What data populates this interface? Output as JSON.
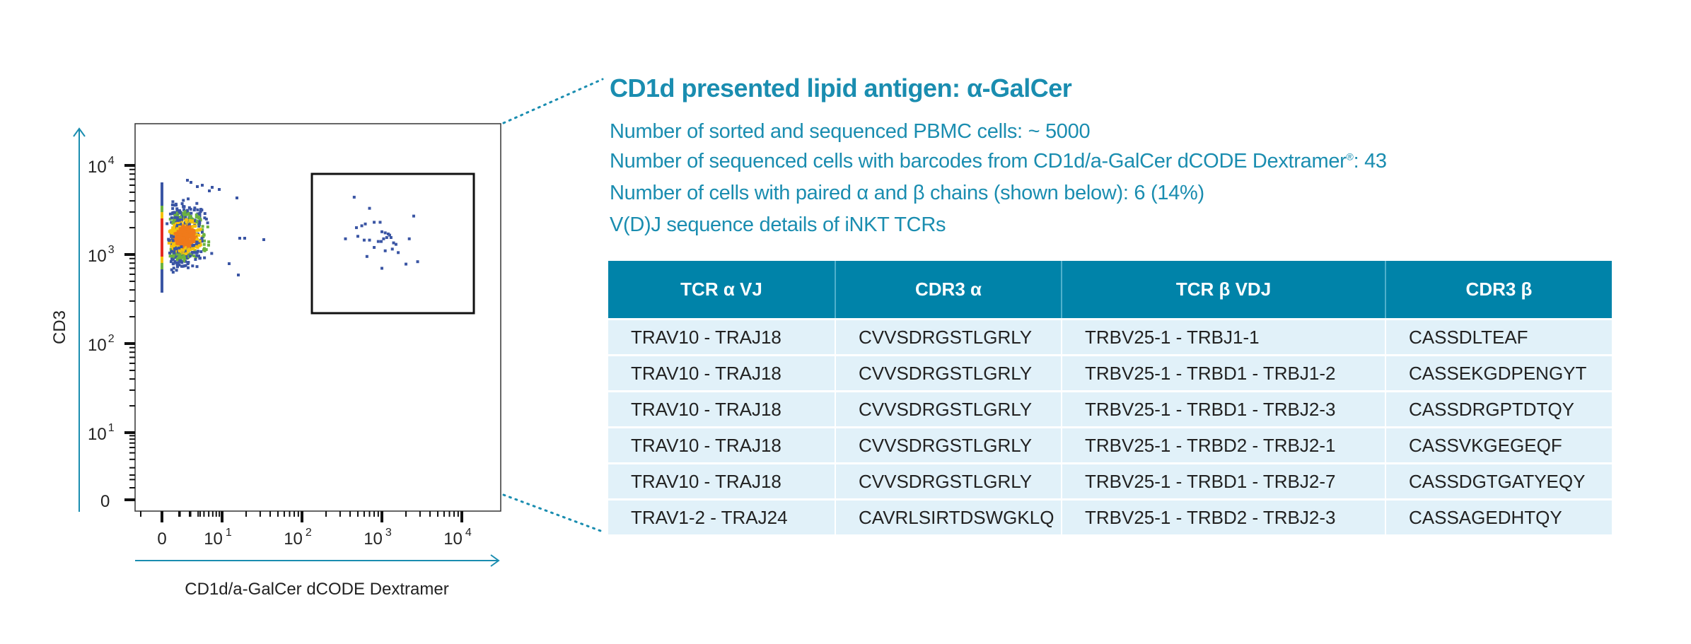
{
  "info": {
    "title": "CD1d presented lipid antigen: α-GalCer",
    "line1": "Number of sorted and sequenced PBMC cells: ~ 5000",
    "line2_a": "Number of sequenced cells with barcodes from CD1d/a-GalCer dCODE Dextramer",
    "line2_reg": "®",
    "line2_b": ": 43",
    "line3": "Number of cells with paired α and β chains (shown below): 6 (14%)",
    "line4": "V(D)J sequence details of iNKT TCRs"
  },
  "table": {
    "headers": [
      "TCR α VJ",
      "CDR3 α",
      "TCR β VDJ",
      "CDR3 β"
    ],
    "rows": [
      [
        "TRAV10 - TRAJ18",
        "CVVSDRGSTLGRLY",
        "TRBV25-1 - TRBJ1-1",
        "CASSDLTEAF"
      ],
      [
        "TRAV10 - TRAJ18",
        "CVVSDRGSTLGRLY",
        "TRBV25-1 - TRBD1 - TRBJ1-2",
        "CASSEKGDPENGYT"
      ],
      [
        "TRAV10 - TRAJ18",
        "CVVSDRGSTLGRLY",
        "TRBV25-1 - TRBD1 - TRBJ2-3",
        "CASSDRGPTDTQY"
      ],
      [
        "TRAV10 - TRAJ18",
        "CVVSDRGSTLGRLY",
        "TRBV25-1 - TRBD2 - TRBJ2-1",
        "CASSVKGEGEQF"
      ],
      [
        "TRAV10 - TRAJ18",
        "CVVSDRGSTLGRLY",
        "TRBV25-1 - TRBD1 - TRBJ2-7",
        "CASSDGTGATYEQY"
      ],
      [
        "TRAV1-2 - TRAJ24",
        "CAVRLSIRTDSWGKLQ",
        "TRBV25-1 - TRBD2 - TRBJ2-3",
        "CASSAGEDHTQY"
      ]
    ]
  },
  "chart_data": {
    "type": "scatter",
    "xlabel": "CD1d/a-GalCer dCODE Dextramer",
    "ylabel": "CD3",
    "x_ticks": [
      {
        "label": "0",
        "exp": ""
      },
      {
        "label": "10",
        "exp": "1"
      },
      {
        "label": "10",
        "exp": "2"
      },
      {
        "label": "10",
        "exp": "3"
      },
      {
        "label": "10",
        "exp": "4"
      }
    ],
    "y_ticks": [
      {
        "label": "0",
        "exp": ""
      },
      {
        "label": "10",
        "exp": "1"
      },
      {
        "label": "10",
        "exp": "2"
      },
      {
        "label": "10",
        "exp": "3"
      },
      {
        "label": "10",
        "exp": "4"
      }
    ],
    "scale": "biexponential",
    "gate": {
      "x_range": [
        150,
        20000
      ],
      "y_range": [
        230,
        7000
      ]
    },
    "gated_points": [
      [
        450,
        4400
      ],
      [
        700,
        3300
      ],
      [
        2500,
        2700
      ],
      [
        480,
        2000
      ],
      [
        560,
        2100
      ],
      [
        620,
        2200
      ],
      [
        800,
        2300
      ],
      [
        950,
        2300
      ],
      [
        350,
        1500
      ],
      [
        500,
        1600
      ],
      [
        600,
        1450
      ],
      [
        700,
        1450
      ],
      [
        900,
        1400
      ],
      [
        1000,
        1800
      ],
      [
        1100,
        1750
      ],
      [
        1200,
        1700
      ],
      [
        1250,
        1650
      ],
      [
        1150,
        1550
      ],
      [
        1050,
        1500
      ],
      [
        980,
        1400
      ],
      [
        1300,
        1550
      ],
      [
        1400,
        1350
      ],
      [
        1500,
        1300
      ],
      [
        2200,
        1500
      ],
      [
        1350,
        1150
      ],
      [
        1100,
        1100
      ],
      [
        800,
        1200
      ],
      [
        650,
        950
      ],
      [
        1000,
        700
      ],
      [
        2000,
        780
      ],
      [
        2800,
        830
      ],
      [
        1600,
        1050
      ]
    ],
    "main_population": {
      "x_center": 3,
      "y_center": 1600,
      "events_approx": 5000
    },
    "density_colors": [
      "#3a55a4",
      "#6cb33f",
      "#f4c20d",
      "#f07a1a",
      "#e32a22"
    ],
    "axis_color": "#1a8db0"
  }
}
